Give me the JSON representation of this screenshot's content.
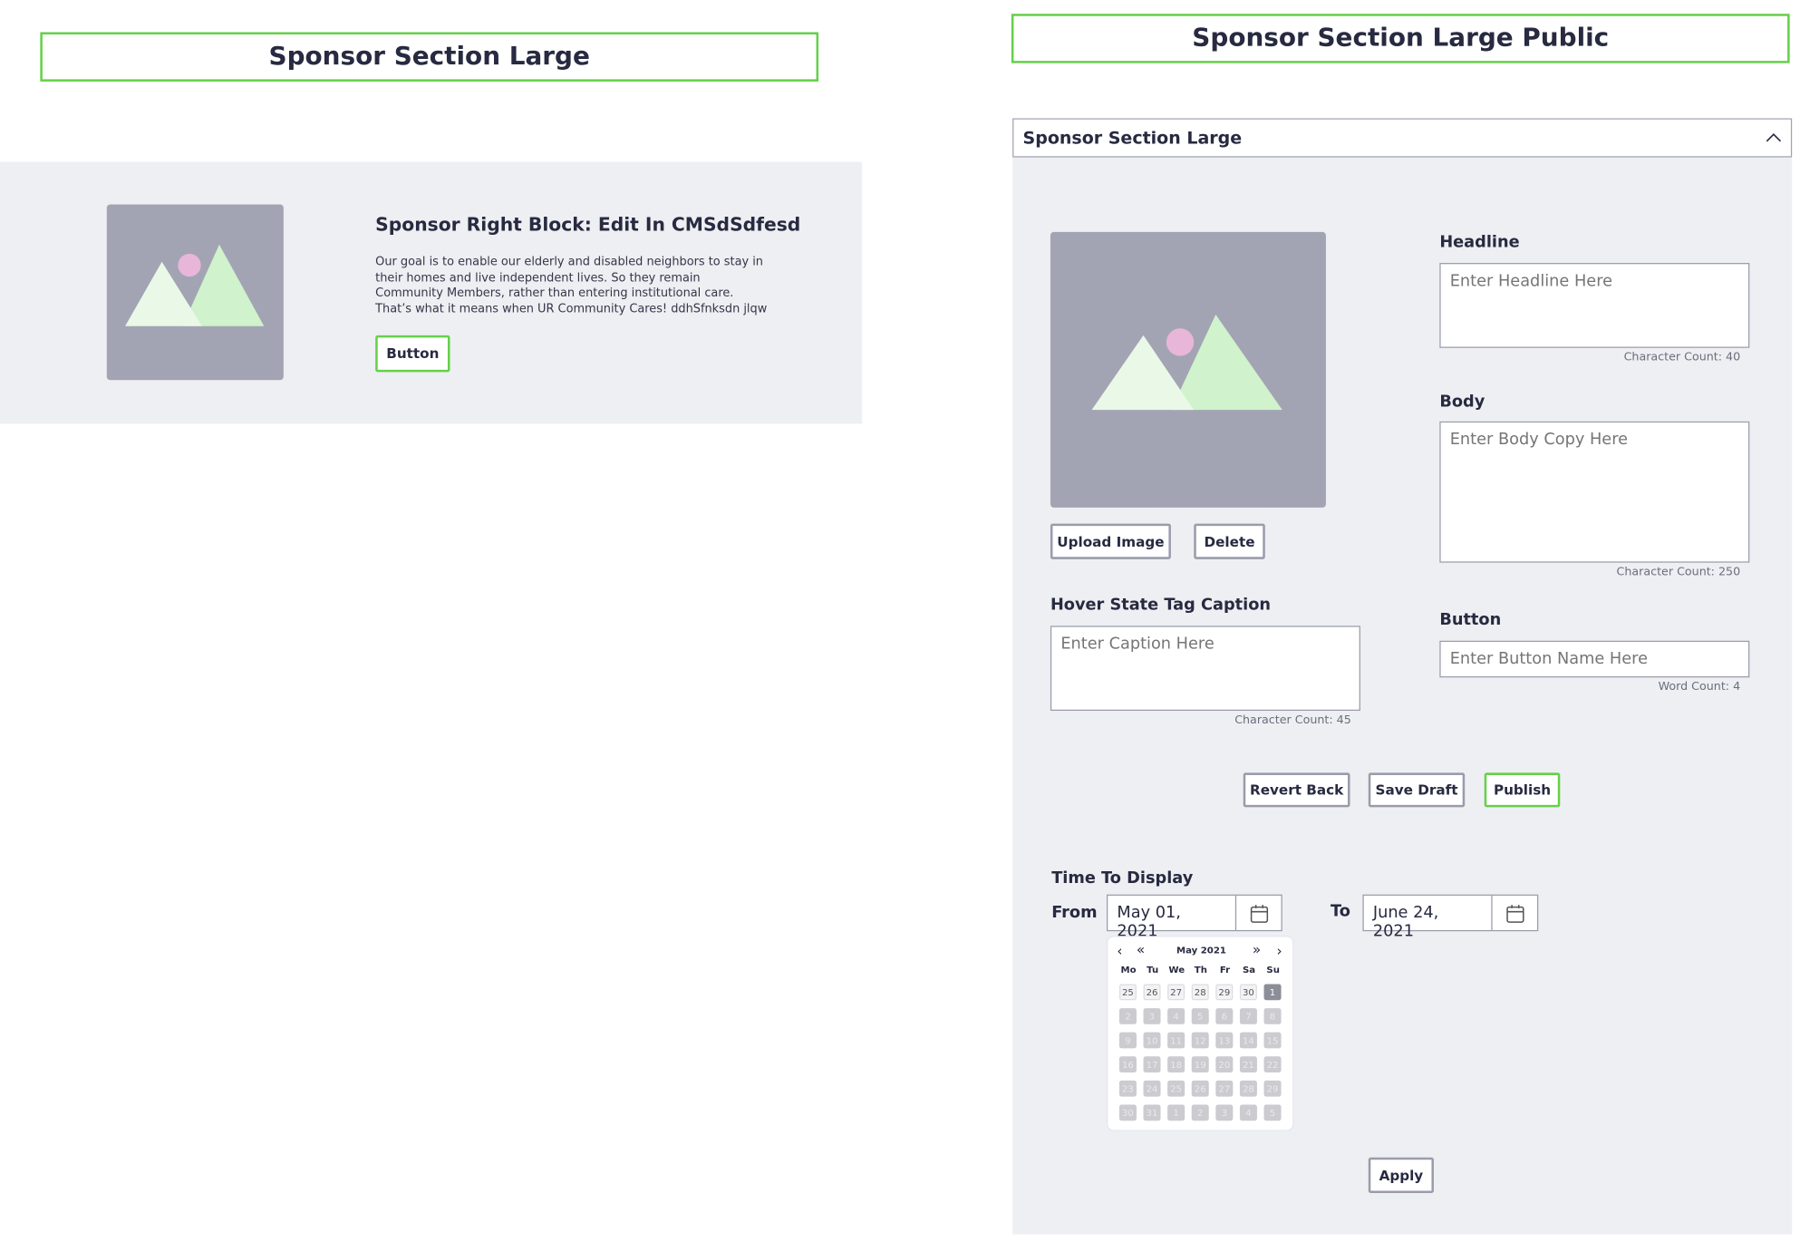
{
  "left": {
    "title": "Sponsor Section Large",
    "heading": "Sponsor Right Block: Edit In CMSdSdfesd",
    "body_lines": [
      "Our goal is to enable our elderly and disabled neighbors to stay in",
      "their homes and live independent lives. So they remain",
      "Community Members, rather than entering institutional care.",
      "That’s what it means when UR Community Cares! ddhSfnksdn jlqw"
    ],
    "button_label": "Button"
  },
  "right": {
    "title": "Sponsor Section Large Public",
    "accordion_title": "Sponsor Section Large",
    "upload_label": "Upload Image",
    "delete_label": "Delete",
    "headline": {
      "label": "Headline",
      "placeholder": "Enter Headline Here",
      "count": "Character Count: 40"
    },
    "body": {
      "label": "Body",
      "placeholder": "Enter Body Copy Here",
      "count": "Character Count: 250"
    },
    "caption": {
      "label": "Hover State Tag Caption",
      "placeholder": "Enter Caption Here",
      "count": "Character Count: 45"
    },
    "button": {
      "label": "Button",
      "placeholder": "Enter Button Name Here",
      "count": "Word Count: 4"
    },
    "actions": {
      "revert": "Revert Back",
      "save": "Save Draft",
      "publish": "Publish"
    },
    "time": {
      "label": "Time To Display",
      "from_label": "From",
      "from_value": "May 01, 2021",
      "to_label": "To",
      "to_value": "June 24, 2021"
    },
    "calendar": {
      "month": "May 2021",
      "weekdays": [
        "Mo",
        "Tu",
        "We",
        "Th",
        "Fr",
        "Sa",
        "Su"
      ],
      "weeks": [
        [
          "25",
          "26",
          "27",
          "28",
          "29",
          "30",
          "1"
        ],
        [
          "2",
          "3",
          "4",
          "5",
          "6",
          "7",
          "8"
        ],
        [
          "9",
          "10",
          "11",
          "12",
          "13",
          "14",
          "15"
        ],
        [
          "16",
          "17",
          "18",
          "19",
          "20",
          "21",
          "22"
        ],
        [
          "23",
          "24",
          "25",
          "26",
          "27",
          "28",
          "29"
        ],
        [
          "30",
          "31",
          "1",
          "2",
          "3",
          "4",
          "5"
        ]
      ],
      "selected": "1"
    },
    "apply_label": "Apply"
  },
  "colors": {
    "accent": "#66d04a",
    "text": "#272a40",
    "panel": "#eeeff2",
    "placeholder_img": "#a3a4b3"
  }
}
